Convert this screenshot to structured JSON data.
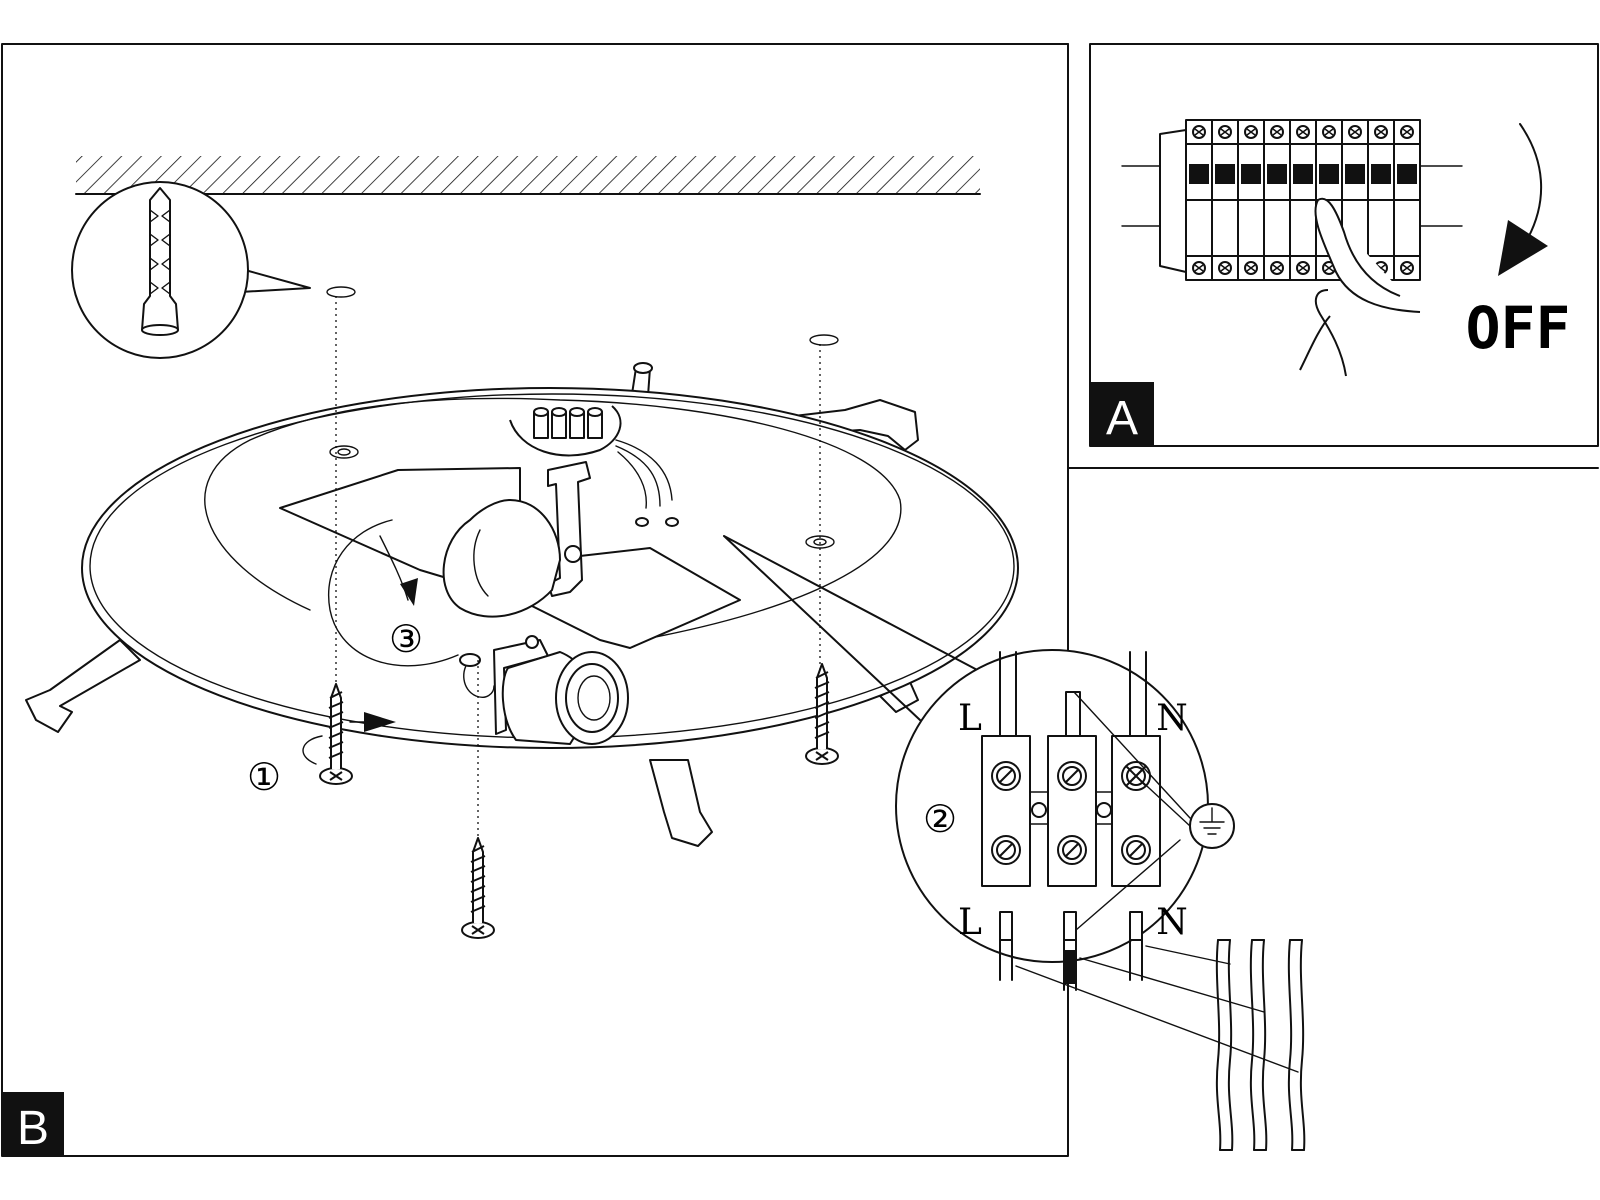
{
  "panel_a": {
    "label": "A",
    "off_text": "OFF"
  },
  "panel_b": {
    "label": "B",
    "steps": {
      "step1": "①",
      "step2": "②",
      "step3": "③"
    },
    "terminal_labels": {
      "top_left": "L",
      "top_right": "N",
      "bottom_left": "L",
      "bottom_right": "N"
    }
  },
  "colors": {
    "ink": "#111111",
    "paper": "#ffffff"
  }
}
